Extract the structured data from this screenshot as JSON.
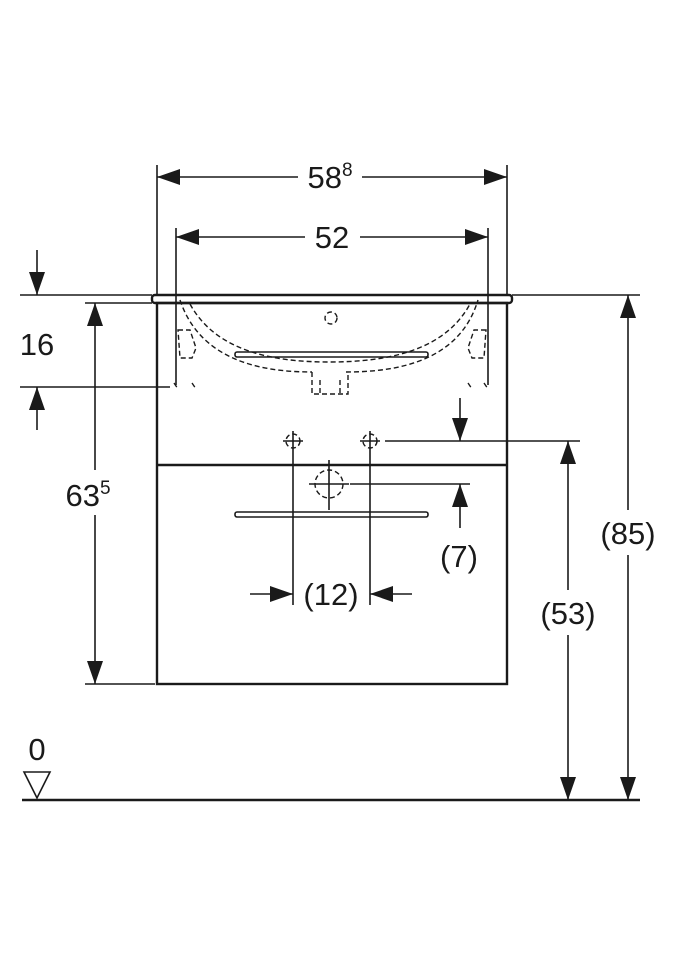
{
  "dimensions": {
    "overall_width": {
      "main": "58",
      "sup": "8"
    },
    "inner_width": "52",
    "basin_depth": "16",
    "cabinet_height": {
      "main": "63",
      "sup": "5"
    },
    "total_height": "(85)",
    "supply_height": "(53)",
    "drain_offset": "(7)",
    "supply_spacing": "(12)",
    "floor_level": "0"
  },
  "colors": {
    "line": "#1a1a1a",
    "background": "#ffffff"
  }
}
